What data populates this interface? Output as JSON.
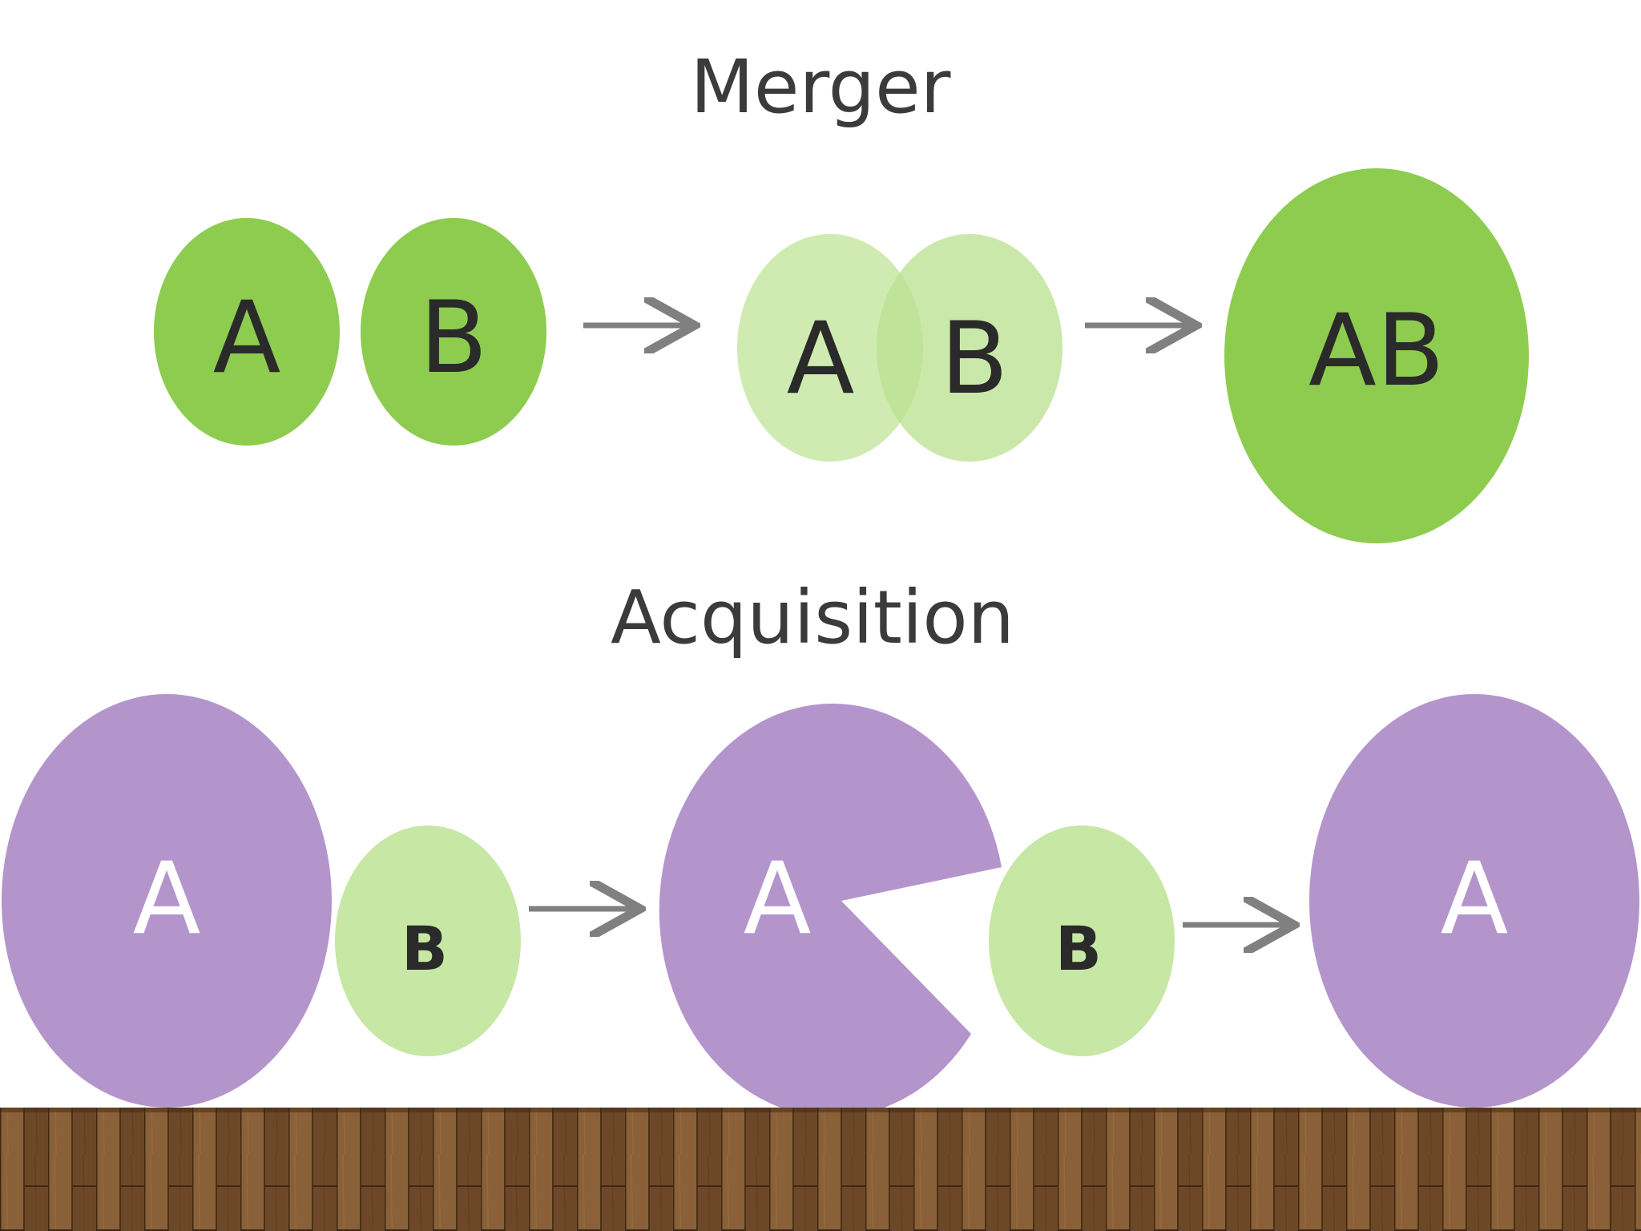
{
  "merger": {
    "title": "Merger",
    "step1_left": "A",
    "step1_right": "B",
    "step2_left": "A",
    "step2_right": "B",
    "result": "AB"
  },
  "acquisition": {
    "title": "Acquisition",
    "step1_big": "A",
    "step1_small": "B",
    "step2_big": "A",
    "step2_small": "B",
    "result": "A"
  },
  "colors": {
    "green_dark": "#8dcc4f",
    "green_light": "#c7e7a4",
    "purple": "#b395cc",
    "arrow": "#808080",
    "floor": "#7a5230"
  }
}
